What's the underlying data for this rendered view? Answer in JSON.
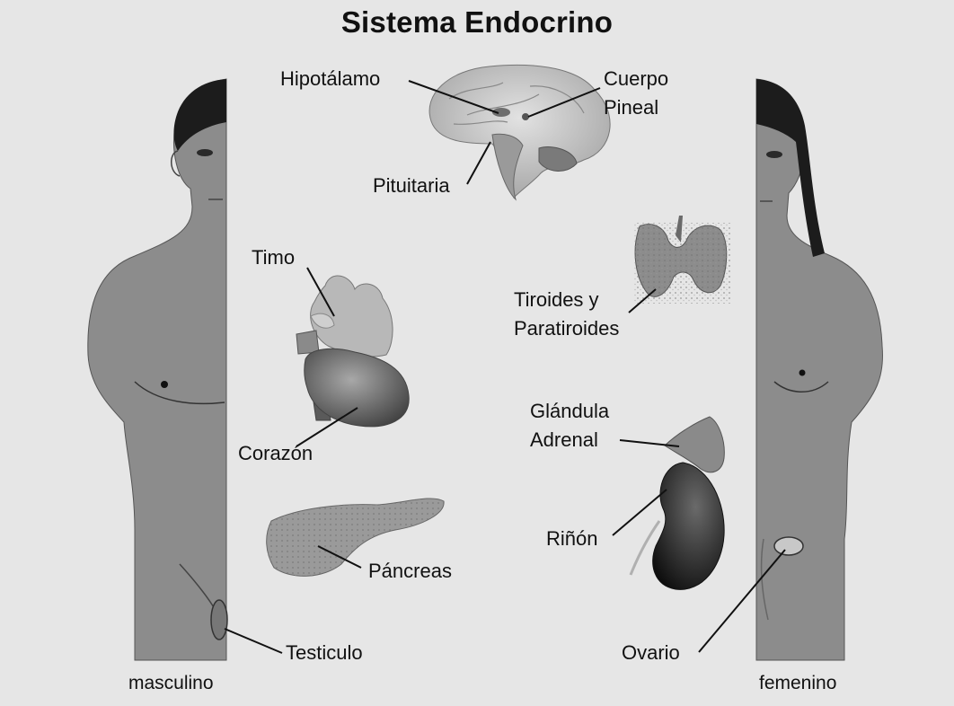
{
  "title": "Sistema Endocrino",
  "colors": {
    "background": "#e6e6e6",
    "body": "#8c8c8c",
    "hair": "#1c1c1c",
    "text": "#111111"
  },
  "labels": {
    "hipotalamo": "Hipotálamo",
    "cuerpo_pineal_line1": "Cuerpo",
    "cuerpo_pineal_line2": "Pineal",
    "pituitaria": "Pituitaria",
    "timo": "Timo",
    "tiroides_line1": "Tiroides y",
    "tiroides_line2": "Paratiroides",
    "corazon": "Corazón",
    "glandula_line1": "Glándula",
    "glandula_line2": "Adrenal",
    "pancreas": "Páncreas",
    "rinon": "Riñón",
    "testiculo": "Testiculo",
    "ovario": "Ovario"
  },
  "captions": {
    "male": "masculino",
    "female": "femenino"
  }
}
